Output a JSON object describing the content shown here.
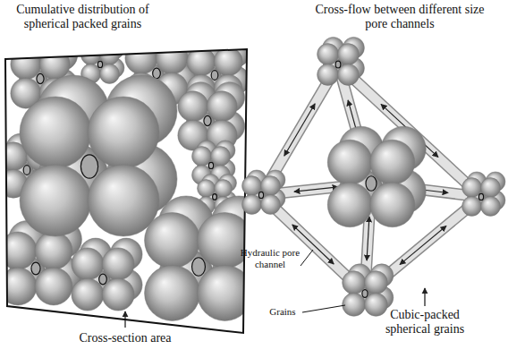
{
  "diagram": {
    "labels": [
      "Cumulative distribution of spherical packed grains",
      "Cross-flow between different size pore channels",
      "Hydraulic pore channel",
      "Grains",
      "Cross-section area",
      "Cubic-packed spherical grains"
    ]
  }
}
